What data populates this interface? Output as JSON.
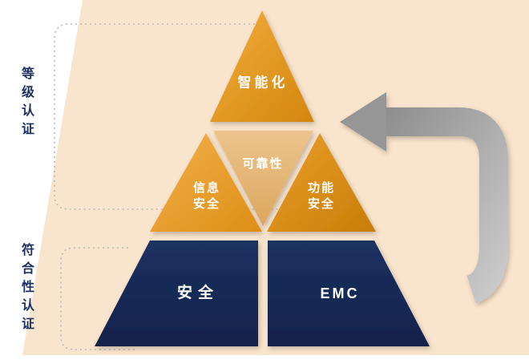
{
  "pyramid": {
    "top": "智能化",
    "middle_center": "可靠性",
    "middle_left": "信息\n安全",
    "middle_right": "功能\n安全",
    "bottom_left": "安全",
    "bottom_right": "EMC"
  },
  "side_labels": {
    "top": "等级认证",
    "bottom": "符合性认证"
  },
  "colors": {
    "orange": "#e89b25",
    "tan": "#e5b673",
    "navy": "#17294f",
    "peach_background": "#f9e4cd",
    "arrow_gray": "#a9a9a9",
    "label_navy": "#1c2f5e",
    "dotted_line": "#b8b8b8"
  }
}
